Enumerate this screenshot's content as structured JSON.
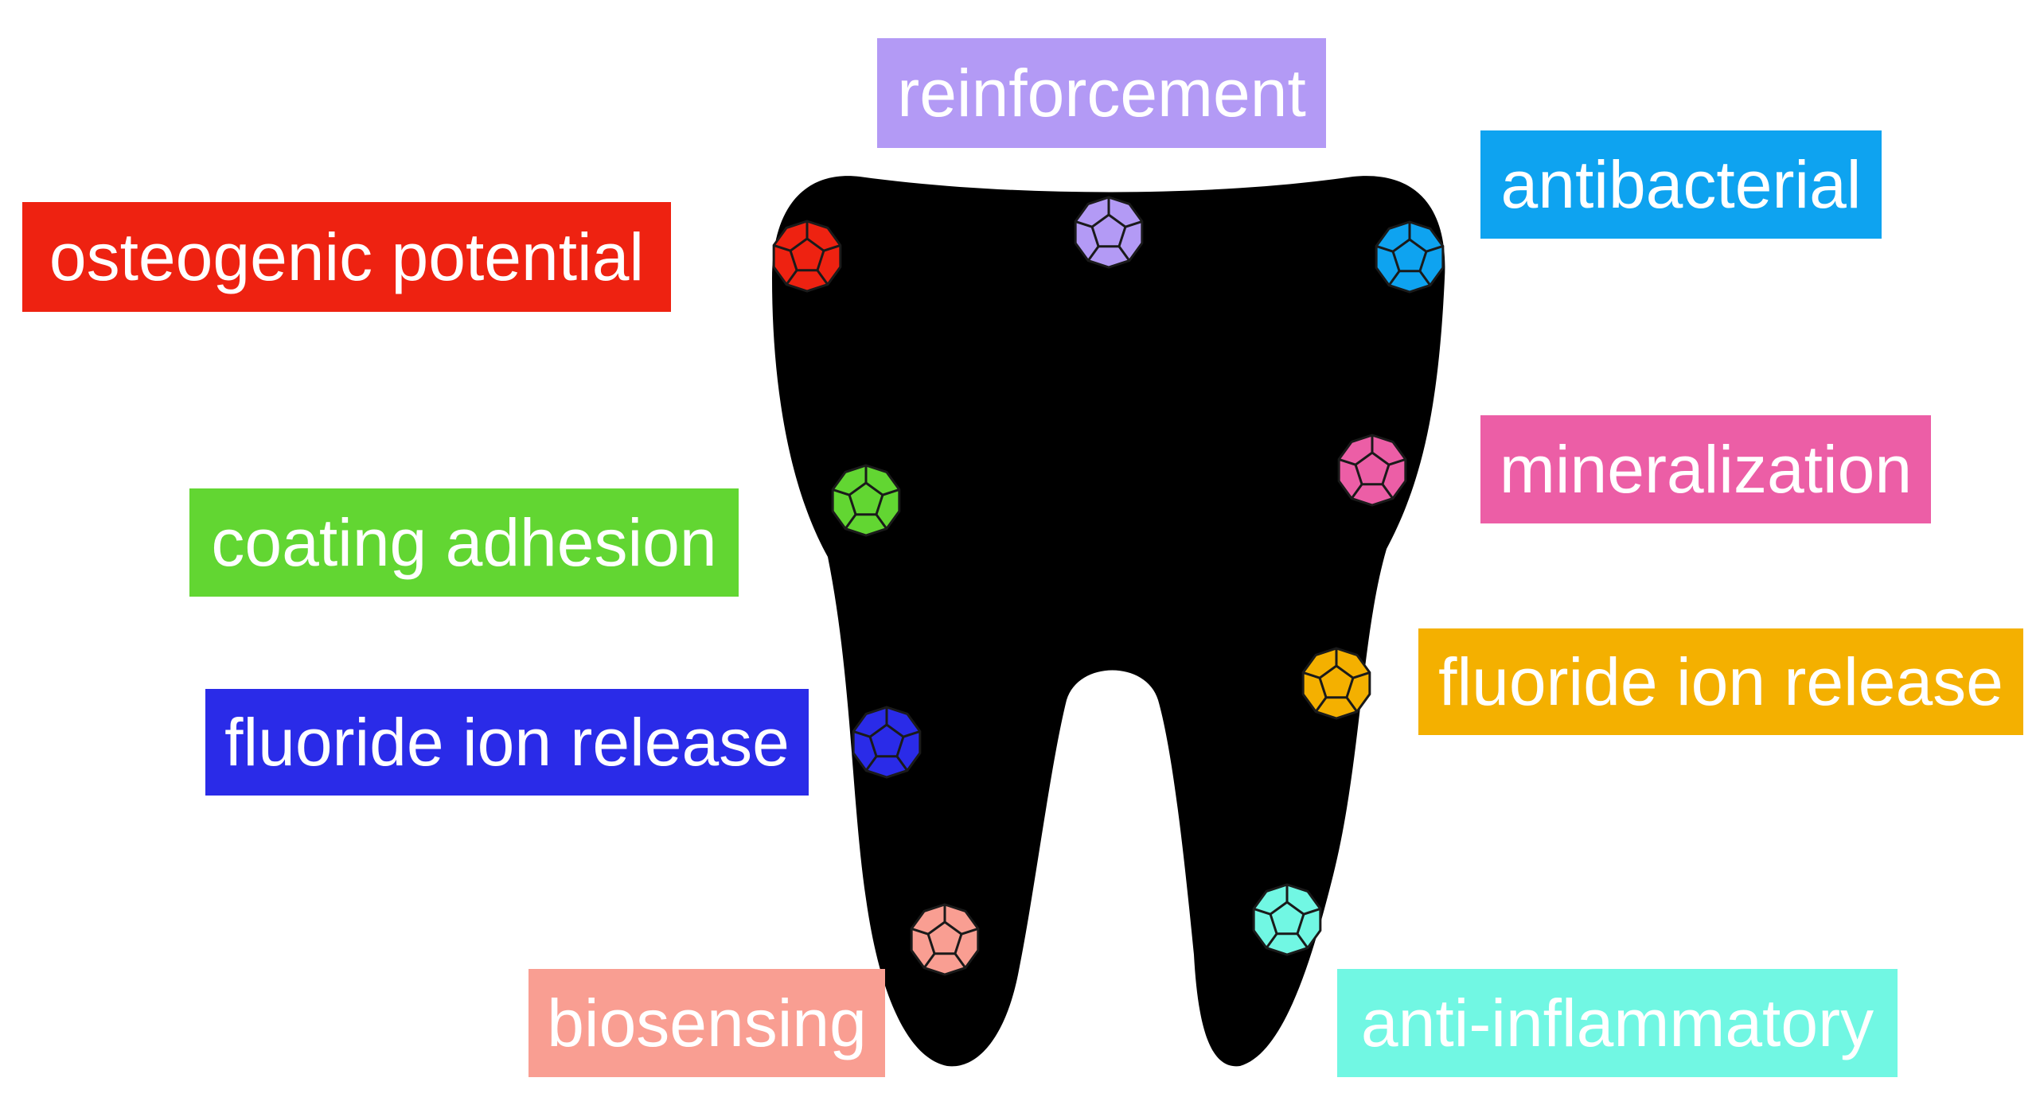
{
  "tooth": {
    "fill": "#000000"
  },
  "labels": [
    {
      "id": "reinforcement",
      "text": "reinforcement",
      "color": "#b39af5"
    },
    {
      "id": "antibacterial",
      "text": "antibacterial",
      "color": "#0ea3f0"
    },
    {
      "id": "osteogenic-potential",
      "text": "osteogenic potential",
      "color": "#ee2211"
    },
    {
      "id": "mineralization",
      "text": "mineralization",
      "color": "#ec5ea6"
    },
    {
      "id": "coating-adhesion",
      "text": "coating adhesion",
      "color": "#62d632"
    },
    {
      "id": "fluoride-ion-release-right",
      "text": "fluoride ion release",
      "color": "#f4b000"
    },
    {
      "id": "fluoride-ion-release-left",
      "text": "fluoride ion release",
      "color": "#2a2be8"
    },
    {
      "id": "biosensing",
      "text": "biosensing",
      "color": "#f99e92"
    },
    {
      "id": "anti-inflammatory",
      "text": "anti-inflammatory",
      "color": "#71f7e3"
    }
  ]
}
